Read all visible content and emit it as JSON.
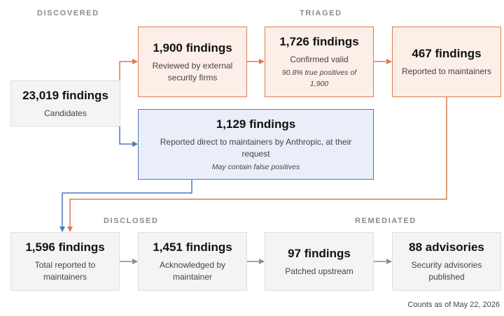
{
  "stages": {
    "discovered": "DISCOVERED",
    "triaged": "TRIAGED",
    "disclosed": "DISCLOSED",
    "remediated": "REMEDIATED"
  },
  "boxes": {
    "candidates": {
      "count": "23,019 findings",
      "desc": "Candidates"
    },
    "reviewed": {
      "count": "1,900 findings",
      "desc": "Reviewed by external security firms"
    },
    "confirmed": {
      "count": "1,726 findings",
      "desc": "Confirmed valid",
      "note": "90.8% true positives of 1,900"
    },
    "reported_maintainers": {
      "count": "467 findings",
      "desc": "Reported to maintainers"
    },
    "direct": {
      "count": "1,129 findings",
      "desc": "Reported direct to maintainers by Anthropic, at their request",
      "note": "May contain false positives"
    },
    "total_reported": {
      "count": "1,596 findings",
      "desc": "Total reported to maintainers"
    },
    "acknowledged": {
      "count": "1,451 findings",
      "desc": "Acknowledged by maintainer"
    },
    "patched": {
      "count": "97 findings",
      "desc": "Patched upstream"
    },
    "advisories": {
      "count": "88 advisories",
      "desc": "Security advisories published"
    }
  },
  "footer": "Counts as of May 22, 2026",
  "colors": {
    "orange": "#e07a4f",
    "blue": "#4f79b7",
    "gray_arrow": "#8c8c8c"
  }
}
